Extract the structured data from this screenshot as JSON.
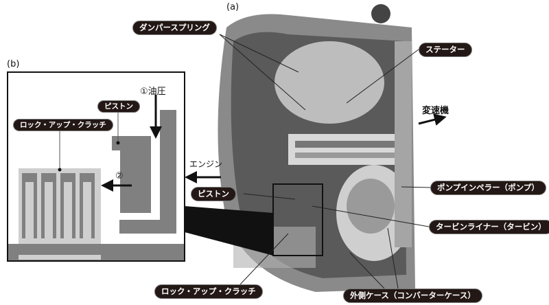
{
  "panel_a": {
    "label": "(a)",
    "labels": {
      "damper_spring": "ダンパースプリング",
      "stator": "ステーター",
      "transmission": "変速機",
      "engine": "エンジン",
      "piston": "ピストン",
      "pump_impeller": "ポンプインペラー（ポンプ）",
      "turbine_liner": "タービンライナー（タービン）",
      "outer_case": "外側ケース（コンバーターケース）",
      "lockup_clutch": "ロック・アップ・クラッチ"
    }
  },
  "panel_b": {
    "label": "(b)",
    "labels": {
      "piston": "ピストン",
      "lockup_clutch": "ロック・アップ・クラッチ",
      "step1": "①油圧",
      "step2": "②"
    }
  },
  "colors": {
    "label_bg": "#231815",
    "part_gray": "#808080",
    "light_gray": "#cfcfcf"
  }
}
